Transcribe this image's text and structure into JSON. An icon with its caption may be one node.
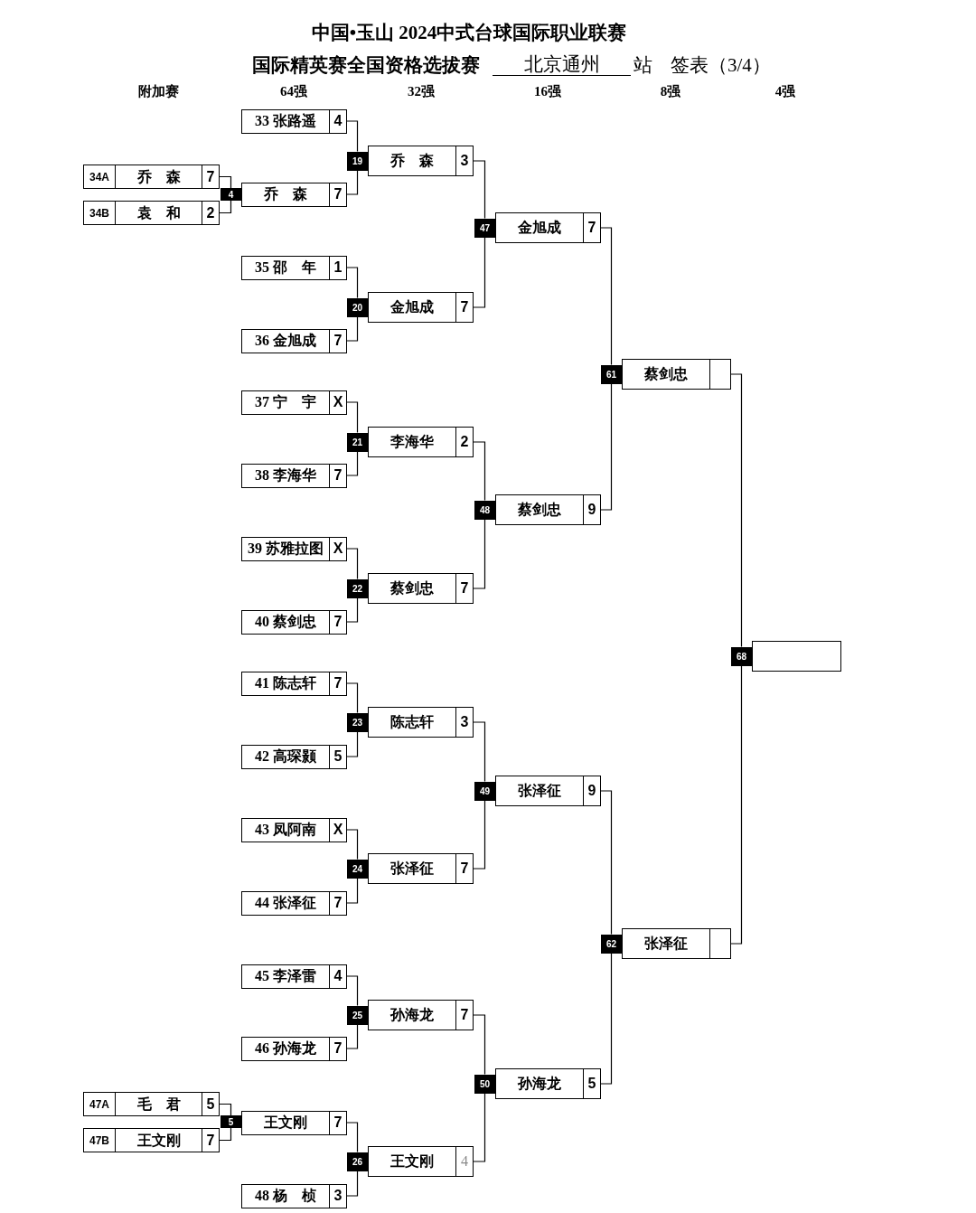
{
  "diagram": {
    "title": "中国•玉山 2024中式台球国际职业联赛",
    "nodes": [
      {
        "text": [
          "34A",
          "乔　森",
          "7"
        ]
      },
      {
        "text": [
          "34B",
          "袁　和",
          "2"
        ]
      },
      {
        "text": [
          "47A",
          "毛　君",
          "5"
        ]
      },
      {
        "text": [
          "47B",
          "王文刚",
          "7"
        ]
      },
      {
        "text": [
          "4"
        ]
      },
      {
        "text": [
          "5"
        ]
      },
      {
        "text": [
          "33 张路遥",
          "4"
        ]
      },
      {
        "text": [
          "乔　森",
          "7"
        ]
      },
      {
        "text": [
          "35 邵　年",
          "1"
        ]
      },
      {
        "text": [
          "36 金旭成",
          "7"
        ]
      },
      {
        "text": [
          "37 宁　宇",
          "X"
        ]
      },
      {
        "text": [
          "38 李海华",
          "7"
        ]
      },
      {
        "text": [
          "39 苏雅拉图",
          "X"
        ]
      },
      {
        "text": [
          "40 蔡剑忠",
          "7"
        ]
      },
      {
        "text": [
          "41 陈志轩",
          "7"
        ]
      },
      {
        "text": [
          "42 高琛颢",
          "5"
        ]
      },
      {
        "text": [
          "43 凤阿南",
          "X"
        ]
      },
      {
        "text": [
          "44 张泽征",
          "7"
        ]
      },
      {
        "text": [
          "45 李泽雷",
          "4"
        ]
      },
      {
        "text": [
          "46 孙海龙",
          "7"
        ]
      },
      {
        "text": [
          "王文刚",
          "7"
        ]
      },
      {
        "text": [
          "48 杨　桢",
          "3"
        ]
      },
      {
        "text": [
          "19"
        ]
      },
      {
        "text": [
          "20"
        ]
      },
      {
        "text": [
          "21"
        ]
      },
      {
        "text": [
          "22"
        ]
      },
      {
        "text": [
          "23"
        ]
      },
      {
        "text": [
          "24"
        ]
      },
      {
        "text": [
          "25"
        ]
      },
      {
        "text": [
          "26"
        ]
      },
      {
        "text": [
          "乔　森",
          "3"
        ]
      },
      {
        "text": [
          "金旭成",
          "7"
        ]
      },
      {
        "text": [
          "李海华",
          "2"
        ]
      },
      {
        "text": [
          "蔡剑忠",
          "7"
        ]
      },
      {
        "text": [
          "陈志轩",
          "3"
        ]
      },
      {
        "text": [
          "张泽征",
          "7"
        ]
      },
      {
        "text": [
          "孙海龙",
          "7"
        ]
      },
      {
        "text": [
          "王文刚",
          "4"
        ]
      },
      {
        "text": [
          "47"
        ]
      },
      {
        "text": [
          "48"
        ]
      },
      {
        "text": [
          "49"
        ]
      },
      {
        "text": [
          "50"
        ]
      },
      {
        "text": [
          "金旭成",
          "7"
        ]
      },
      {
        "text": [
          "蔡剑忠",
          "9"
        ]
      },
      {
        "text": [
          "张泽征",
          "9"
        ]
      },
      {
        "text": [
          "孙海龙",
          "5"
        ]
      },
      {
        "text": [
          "61"
        ]
      },
      {
        "text": [
          "62"
        ]
      },
      {
        "text": [
          "蔡剑忠"
        ]
      },
      {
        "text": [
          "张泽征"
        ]
      },
      {
        "text": [
          "68"
        ]
      },
      {
        "text": [],
        "shape": "box"
      }
    ],
    "edges": [
      {
        "from": 0,
        "to": 4,
        "arrow": "none"
      },
      {
        "from": 1,
        "to": 4,
        "arrow": "none"
      },
      {
        "from": 2,
        "to": 5,
        "arrow": "none"
      },
      {
        "from": 3,
        "to": 5,
        "arrow": "none"
      },
      {
        "from": 6,
        "to": 22,
        "arrow": "none"
      },
      {
        "from": 7,
        "to": 22,
        "arrow": "none"
      },
      {
        "from": 8,
        "to": 23,
        "arrow": "none"
      },
      {
        "from": 9,
        "to": 23,
        "arrow": "none"
      },
      {
        "from": 10,
        "to": 24,
        "arrow": "none"
      },
      {
        "from": 11,
        "to": 24,
        "arrow": "none"
      },
      {
        "from": 12,
        "to": 25,
        "arrow": "none"
      },
      {
        "from": 13,
        "to": 25,
        "arrow": "none"
      },
      {
        "from": 14,
        "to": 26,
        "arrow": "none"
      },
      {
        "from": 15,
        "to": 26,
        "arrow": "none"
      },
      {
        "from": 16,
        "to": 27,
        "arrow": "none"
      },
      {
        "from": 17,
        "to": 27,
        "arrow": "none"
      },
      {
        "from": 18,
        "to": 28,
        "arrow": "none"
      },
      {
        "from": 19,
        "to": 28,
        "arrow": "none"
      },
      {
        "from": 20,
        "to": 29,
        "arrow": "none"
      },
      {
        "from": 21,
        "to": 29,
        "arrow": "none"
      },
      {
        "from": 30,
        "to": 38,
        "arrow": "none"
      },
      {
        "from": 31,
        "to": 38,
        "arrow": "none"
      },
      {
        "from": 32,
        "to": 39,
        "arrow": "none"
      },
      {
        "from": 33,
        "to": 39,
        "arrow": "none"
      },
      {
        "from": 34,
        "to": 40,
        "arrow": "none"
      },
      {
        "from": 35,
        "to": 40,
        "arrow": "none"
      },
      {
        "from": 36,
        "to": 41,
        "arrow": "none"
      },
      {
        "from": 37,
        "to": 41,
        "arrow": "none"
      },
      {
        "from": 42,
        "to": 46,
        "arrow": "none"
      },
      {
        "from": 43,
        "to": 46,
        "arrow": "none"
      },
      {
        "from": 44,
        "to": 47,
        "arrow": "none"
      },
      {
        "from": 45,
        "to": 47,
        "arrow": "none"
      },
      {
        "from": 48,
        "to": 50,
        "arrow": "none"
      },
      {
        "from": 49,
        "to": 50,
        "arrow": "none"
      }
    ],
    "labels": [
      "国际精英赛全国资格选拔赛",
      "北京通州",
      "站",
      "签表（3/4）",
      "附加赛",
      "64强",
      "32强",
      "16强",
      "8强",
      "4强"
    ]
  }
}
